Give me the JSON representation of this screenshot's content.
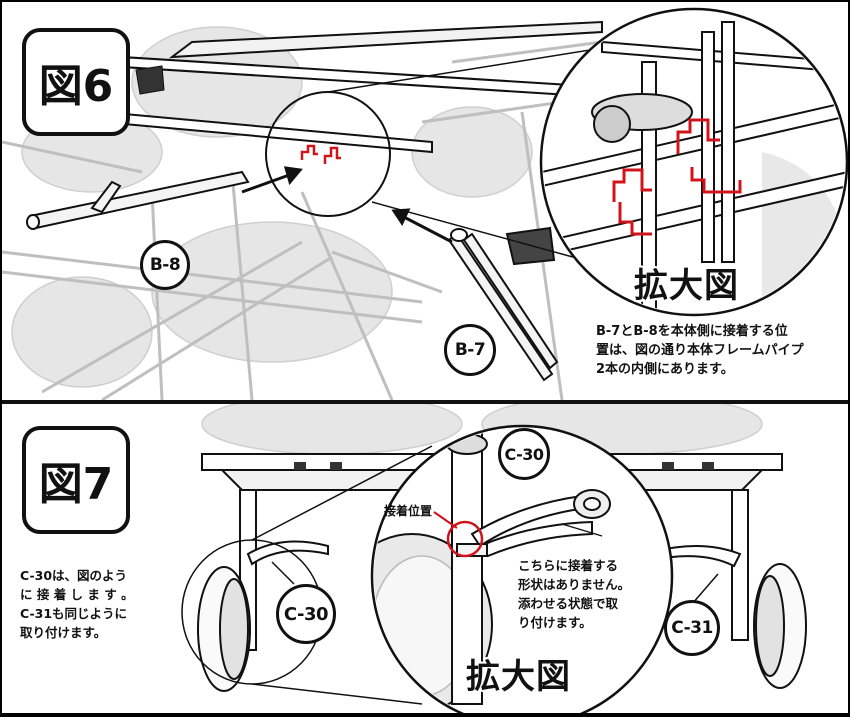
{
  "figure6": {
    "badge": "図6",
    "callout_b8": "B-8",
    "callout_b7": "B-7",
    "zoom_label": "拡大図",
    "note": "B-7とB-8を本体側に接着する位\n置は、図の通り本体フレームパイプ\n2本の内側にあります。"
  },
  "figure7": {
    "badge": "図7",
    "callout_c30_left": "C-30",
    "callout_c30_zoom": "C-30",
    "callout_c31": "C-31",
    "zoom_label": "拡大図",
    "glue_point_label": "接着位置",
    "zoom_note": "こちらに接着する\n形状はありません。\n添わせる状態で取\nり付けます。",
    "note": "C-30は、図のよう\nに 接 着 し ま す 。\nC-31も同じように\n取り付けます。"
  },
  "colors": {
    "outline": "#111111",
    "highlight": "#d0141c",
    "shade": "#d9d9d9"
  }
}
